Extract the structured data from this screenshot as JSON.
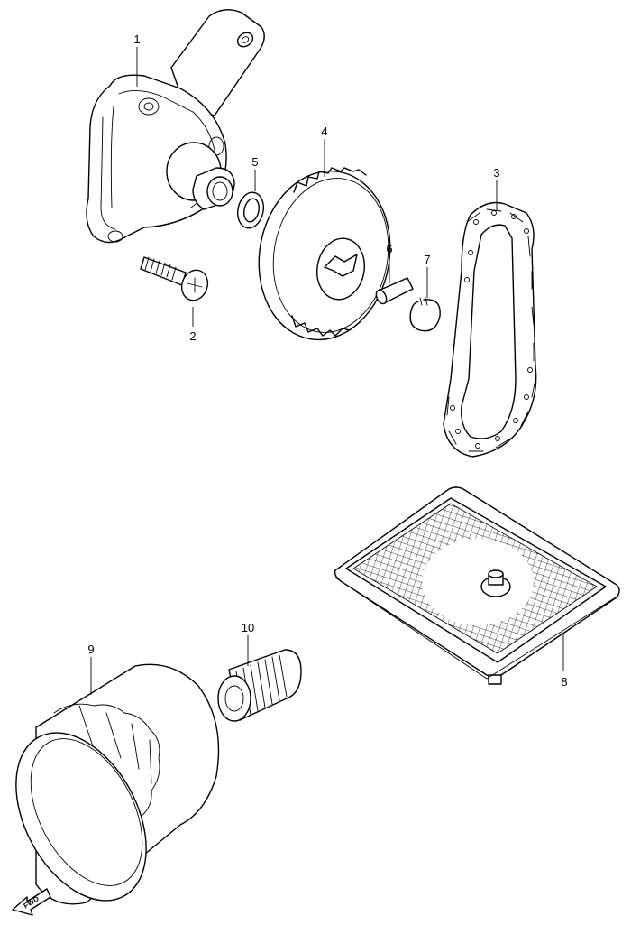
{
  "diagram": {
    "parts": [
      {
        "id": "oil-pump",
        "callout": "1"
      },
      {
        "id": "screw",
        "callout": "2"
      },
      {
        "id": "chain",
        "callout": "3"
      },
      {
        "id": "sprocket",
        "callout": "4"
      },
      {
        "id": "washer",
        "callout": "5"
      },
      {
        "id": "pin",
        "callout": "6"
      },
      {
        "id": "circlip",
        "callout": "7"
      },
      {
        "id": "oil-strainer",
        "callout": "8"
      },
      {
        "id": "oil-filter",
        "callout": "9"
      },
      {
        "id": "filter-union",
        "callout": "10"
      }
    ],
    "fwd_label": "FWD"
  }
}
